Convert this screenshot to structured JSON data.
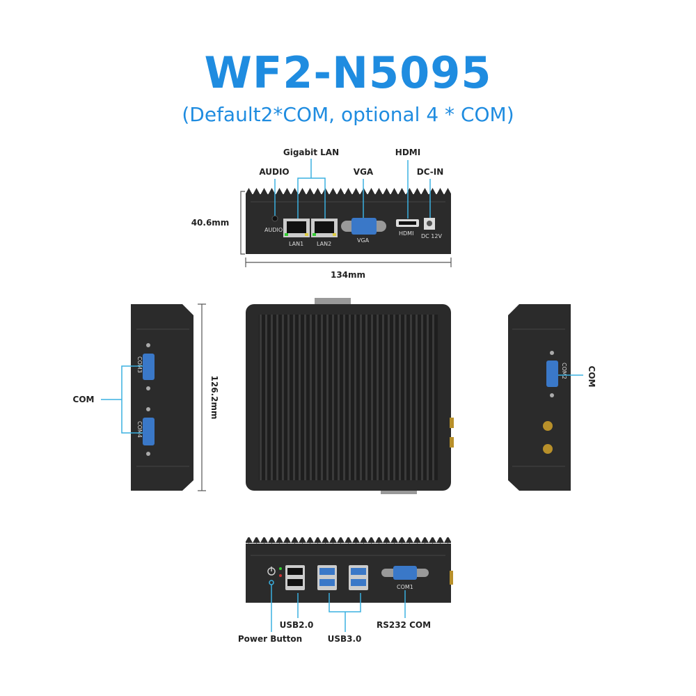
{
  "header": {
    "title": "WF2-N5095",
    "subtitle": "(Default2*COM, optional 4 * COM)"
  },
  "colors": {
    "accent": "#1f8ce0",
    "callout_line": "#3ab0e0",
    "chassis": "#2a2a2a"
  },
  "top_view": {
    "labels": {
      "gigabit_lan": "Gigabit LAN",
      "audio": "AUDIO",
      "vga": "VGA",
      "hdmi": "HDMI",
      "dc_in": "DC-IN"
    },
    "port_prints": {
      "audio": "AUDIO",
      "lan1": "LAN1",
      "lan2": "LAN2",
      "vga": "VGA",
      "hdmi": "HDMI",
      "dc": "DC 12V"
    },
    "height_dim": "40.6mm",
    "width_dim": "134mm"
  },
  "left_view": {
    "label": "COM",
    "port_prints": [
      "COM3",
      "COM4"
    ]
  },
  "main_view": {
    "depth_dim": "126.2mm"
  },
  "right_view": {
    "label": "COM",
    "port_prints": [
      "COM2"
    ]
  },
  "bottom_view": {
    "labels": {
      "usb2": "USB2.0",
      "power": "Power Button",
      "usb3": "USB3.0",
      "rs232": "RS232 COM"
    },
    "port_prints": {
      "com1": "COM1"
    }
  }
}
